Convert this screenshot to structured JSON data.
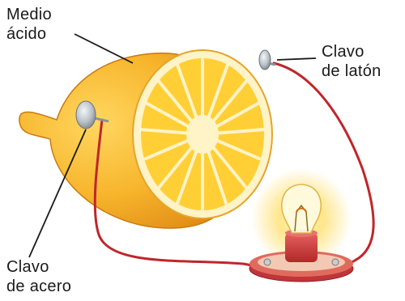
{
  "labels": {
    "acid_medium": {
      "line1": "Medio",
      "line2": "ácido"
    },
    "brass_nail": {
      "line1": "Clavo",
      "line2": "de latón"
    },
    "steel_nail": {
      "line1": "Clavo",
      "line2": "de acero"
    }
  },
  "colors": {
    "lemon_peel": "#f6b52a",
    "lemon_pulp": "#ffd23a",
    "pith": "#fff3c8",
    "wire": "#c0262b",
    "nail_head": "#b8c0c6",
    "bulb_glow": "#ffe27a",
    "bulb_base": "#d03a3a"
  },
  "icons": {
    "lemon": "lemon-half-icon",
    "bulb": "light-bulb-icon",
    "nail": "nail-icon"
  }
}
